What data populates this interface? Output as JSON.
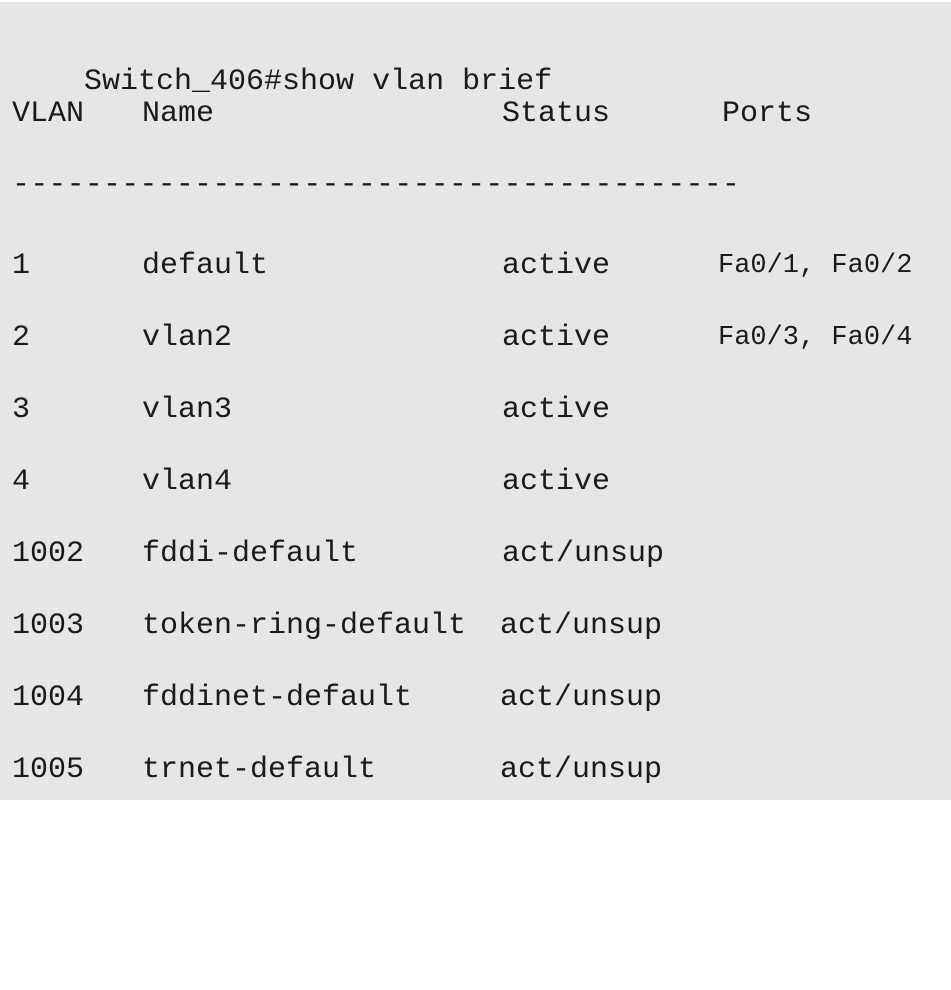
{
  "prompt": {
    "command_line": "Switch_406#show vlan brief"
  },
  "table": {
    "headers": {
      "vlan": "VLAN",
      "name": "Name",
      "status": "Status",
      "ports": "Ports"
    },
    "separator": "----------------------------------------",
    "rows": [
      {
        "vlan": "1",
        "name": "default",
        "status": "active",
        "ports": "Fa0/1, Fa0/2"
      },
      {
        "vlan": "2",
        "name": "vlan2",
        "status": "active",
        "ports": "Fa0/3, Fa0/4"
      },
      {
        "vlan": "3",
        "name": "vlan3",
        "status": "active",
        "ports": ""
      },
      {
        "vlan": "4",
        "name": "vlan4",
        "status": "active",
        "ports": ""
      },
      {
        "vlan": "1002",
        "name": "fddi-default",
        "status": "act/unsup",
        "ports": ""
      },
      {
        "vlan": "1003",
        "name": "token-ring-default",
        "status": "act/unsup",
        "ports": ""
      },
      {
        "vlan": "1004",
        "name": "fddinet-default",
        "status": "act/unsup",
        "ports": ""
      },
      {
        "vlan": "1005",
        "name": "trnet-default",
        "status": "act/unsup",
        "ports": ""
      }
    ]
  },
  "colors": {
    "background": "#e6e6e6",
    "text": "#1a1a1a"
  }
}
